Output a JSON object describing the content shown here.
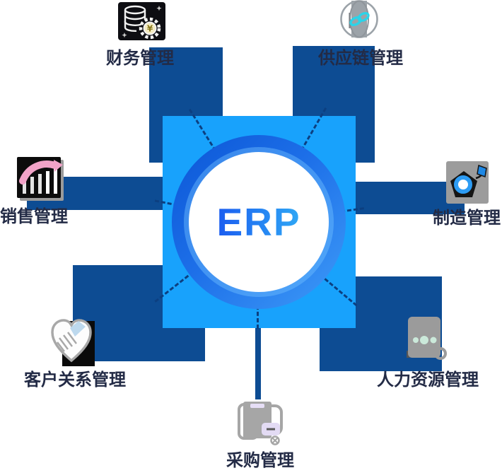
{
  "center": {
    "label": "ERP"
  },
  "modules": [
    {
      "name": "finance",
      "label": "财务管理",
      "icon": "database-gear-yen-icon"
    },
    {
      "name": "supply-chain",
      "label": "供应链管理",
      "icon": "globe-chain-link-icon"
    },
    {
      "name": "sales",
      "label": "销售管理",
      "icon": "bar-chart-trend-arrow-icon"
    },
    {
      "name": "manufacturing",
      "label": "制造管理",
      "icon": "pentagon-gear-ring-icon"
    },
    {
      "name": "crm",
      "label": "客户关系管理",
      "icon": "handshake-heart-icon"
    },
    {
      "name": "hr",
      "label": "人力资源管理",
      "icon": "badge-people-dots-icon"
    },
    {
      "name": "procurement",
      "label": "采购管理",
      "icon": "shopping-bag-icon"
    }
  ],
  "colors": {
    "background": "#FFFFFF",
    "center_square": "#18A2FC",
    "ring_gradient_start": "#0B56D6",
    "ring_gradient_end": "#3E9BF8",
    "connector": "#0D4C93",
    "dash_line": "#0C3F80",
    "label_text": "#232B46",
    "erp_gradient_start": "#1B5CF0",
    "erp_gradient_end": "#2FA8F5"
  }
}
